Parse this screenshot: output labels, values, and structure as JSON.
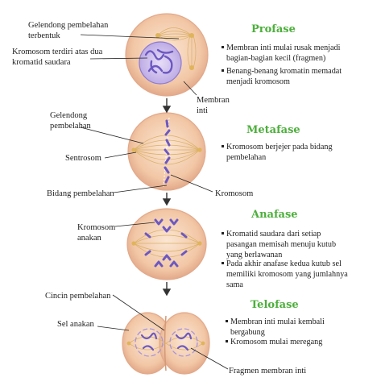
{
  "stages": [
    {
      "title": "Profase",
      "bullets": [
        [
          "Membran inti mulai rusak menjadi",
          "bagian-bagian kecil (fragmen)"
        ],
        [
          "Benang-benang kromatin memadat",
          "menjadi kromosom"
        ]
      ]
    },
    {
      "title": "Metafase",
      "bullets": [
        [
          "Kromosom berjejer pada bidang",
          "pembelahan"
        ]
      ]
    },
    {
      "title": "Anafase",
      "bullets": [
        [
          "Kromatid saudara dari setiap",
          "pasangan memisah menuju kutub",
          "yang berlawanan"
        ],
        [
          "Pada akhir anafase kedua kutub sel",
          "memiliki kromosom yang jumlahnya",
          "sama"
        ]
      ]
    },
    {
      "title": "Telofase",
      "bullets": [
        [
          "Membran inti mulai kembali",
          "bergabung"
        ],
        [
          "Kromosom mulai meregang"
        ]
      ]
    }
  ],
  "labels": {
    "gelendong_terbentuk": [
      "Gelendong pembelahan",
      "terbentuk"
    ],
    "kromosom_kromatid": [
      "Kromosom terdiri atas dua",
      "kromatid saudara"
    ],
    "membran_inti": [
      "Membran",
      "inti"
    ],
    "gelendong_pembelahan": [
      "Gelendong",
      "pembelahan"
    ],
    "sentrosom": [
      "Sentrosom"
    ],
    "bidang_pembelahan": [
      "Bidang pembelahan"
    ],
    "kromosom": [
      "Kromosom"
    ],
    "kromosom_anakan": [
      "Kromosom",
      "anakan"
    ],
    "cincin_pembelahan": [
      "Cincin pembelahan"
    ],
    "sel_anakan": [
      "Sel anakan"
    ],
    "fragmen_membran_inti": [
      "Fragmen membran inti"
    ]
  },
  "colors": {
    "title": "#4caf3b",
    "cell_fill": "#f3c9a9",
    "cell_edge": "#e2a98a",
    "chromosome": "#7a6bc4",
    "nucleus": "#c4b2ea",
    "spindle": "#d9b066",
    "arrow": "#333333"
  }
}
